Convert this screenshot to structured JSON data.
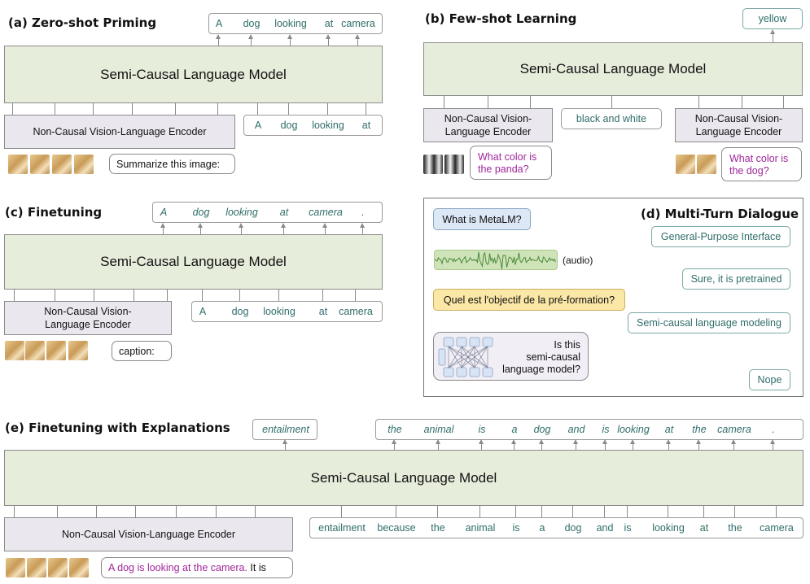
{
  "colors": {
    "lm_bg": "#e6eddb",
    "encoder_bg": "#ebe7ef",
    "token_text": "#2f6d6a",
    "question_text": "#a0269a",
    "user_bubble": "#dce8f5",
    "yellow_bubble": "#fbe7a6"
  },
  "lm_label": "Semi-Causal Language Model",
  "enc_label": "Non-Causal Vision-Language Encoder",
  "enc_label_l1": "Non-Causal Vision-",
  "enc_label_l2": "Language Encoder",
  "a": {
    "title": "(a) Zero-shot Priming",
    "out_tokens": [
      "A",
      "dog",
      "looking",
      "at",
      "camera"
    ],
    "in_tokens": [
      "A",
      "dog",
      "looking",
      "at"
    ],
    "prompt": "Summarize this image:"
  },
  "b": {
    "title": "(b) Few-shot Learning",
    "output": "yellow",
    "middle": "black and white",
    "q1": [
      "What  color  is",
      "the panda?"
    ],
    "q2": [
      "What  color  is",
      "the dog?"
    ]
  },
  "c": {
    "title": "(c) Finetuning",
    "out_tokens": [
      "A",
      "dog",
      "looking",
      "at",
      "camera",
      "."
    ],
    "in_tokens": [
      "A",
      "dog",
      "looking",
      "at",
      "camera"
    ],
    "prompt": "caption:"
  },
  "d": {
    "title": "(d) Multi-Turn Dialogue",
    "msgs": {
      "what_is": "What is MetaLM?",
      "general": "General-Purpose Interface",
      "audio": "(audio)",
      "sure": "Sure, it is pretrained",
      "quel": "Quel est l'objectif de la pré-formation?",
      "semi": "Semi-causal language modeling",
      "is_this": [
        "Is this",
        "semi-causal",
        "language model?"
      ],
      "nope": "Nope"
    }
  },
  "e": {
    "title": "(e) Finetuning with Explanations",
    "label_out": "entailment",
    "out_tokens": [
      "the",
      "animal",
      "is",
      "a",
      "dog",
      "and",
      "is",
      "looking",
      "at",
      "the",
      "camera",
      "."
    ],
    "in_tokens": [
      "entailment",
      "because",
      "the",
      "animal",
      "is",
      "a",
      "dog",
      "and",
      "is",
      "looking",
      "at",
      "the",
      "camera"
    ],
    "prompt_q": "A dog is looking at the camera.",
    "prompt_rest": " It is"
  }
}
